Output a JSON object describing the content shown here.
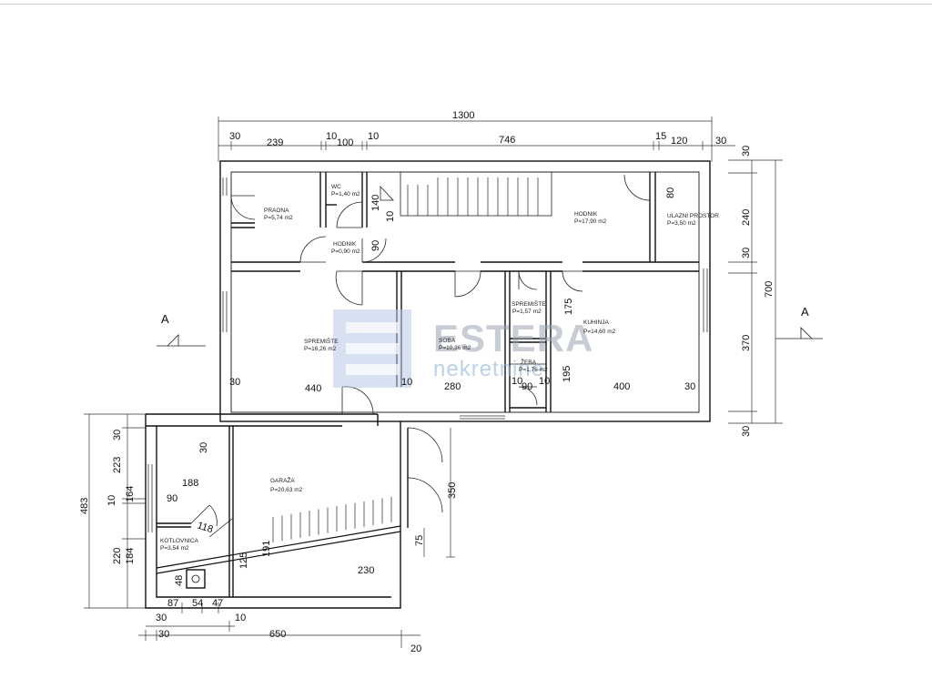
{
  "rooms": {
    "praonica": {
      "name": "PRAONA",
      "area": "P=5,74 m2"
    },
    "wc": {
      "name": "WC",
      "area": "P=1,40 m2"
    },
    "hodnik_small": {
      "name": "HODNIK",
      "area": "P=0,90 m2"
    },
    "hodnik_main": {
      "name": "HODNIK",
      "area": "P=17,90 m2"
    },
    "ulazni": {
      "name": "ULAZNI PROSTOR",
      "area": "P=3,50 m2"
    },
    "spremiste_big": {
      "name": "SPREMIŠTE",
      "area": "P=16,26 m2"
    },
    "soba": {
      "name": "SOBA",
      "area": "P=10,36 m2"
    },
    "spremiste_small": {
      "name": "SPREMIŠTE",
      "area": "P=1,57 m2"
    },
    "kuhinja": {
      "name": "KUHINJA",
      "area": "P=14,60 m2"
    },
    "ceba": {
      "name": "ŽEBA",
      "area": "P=1,75 m2"
    },
    "garaza": {
      "name": "GARAŽA",
      "area": "P=20,63 m2"
    },
    "kotlovnica": {
      "name": "KOTLOVNICA",
      "area": "P=3,54 m2"
    }
  },
  "dimensions": {
    "top_total": "1300",
    "top": [
      "30",
      "239",
      "10",
      "100",
      "10",
      "746",
      "15",
      "120",
      "30"
    ],
    "right": [
      "30",
      "240",
      "30",
      "370",
      "30"
    ],
    "right_total": "700",
    "row_mid": [
      "30",
      "440",
      "10",
      "280",
      "10",
      "90",
      "10",
      "195",
      "400",
      "30"
    ],
    "interior": [
      "140",
      "10",
      "90",
      "80",
      "175"
    ],
    "left_total": "483",
    "left": [
      "30",
      "223",
      "10",
      "164",
      "220",
      "184"
    ],
    "garage": [
      "30",
      "188",
      "90",
      "118",
      "125",
      "191",
      "350",
      "75",
      "230",
      "48"
    ],
    "bottom_row1": [
      "87",
      "54",
      "47"
    ],
    "bottom_row2": [
      "30",
      "10"
    ],
    "bottom_row3": [
      "30",
      "650"
    ],
    "bottom_extra": "20"
  },
  "section_marks": {
    "left": "A",
    "right": "A"
  },
  "watermark": {
    "brand": "ESTERA",
    "subtitle": "nekretnine"
  }
}
